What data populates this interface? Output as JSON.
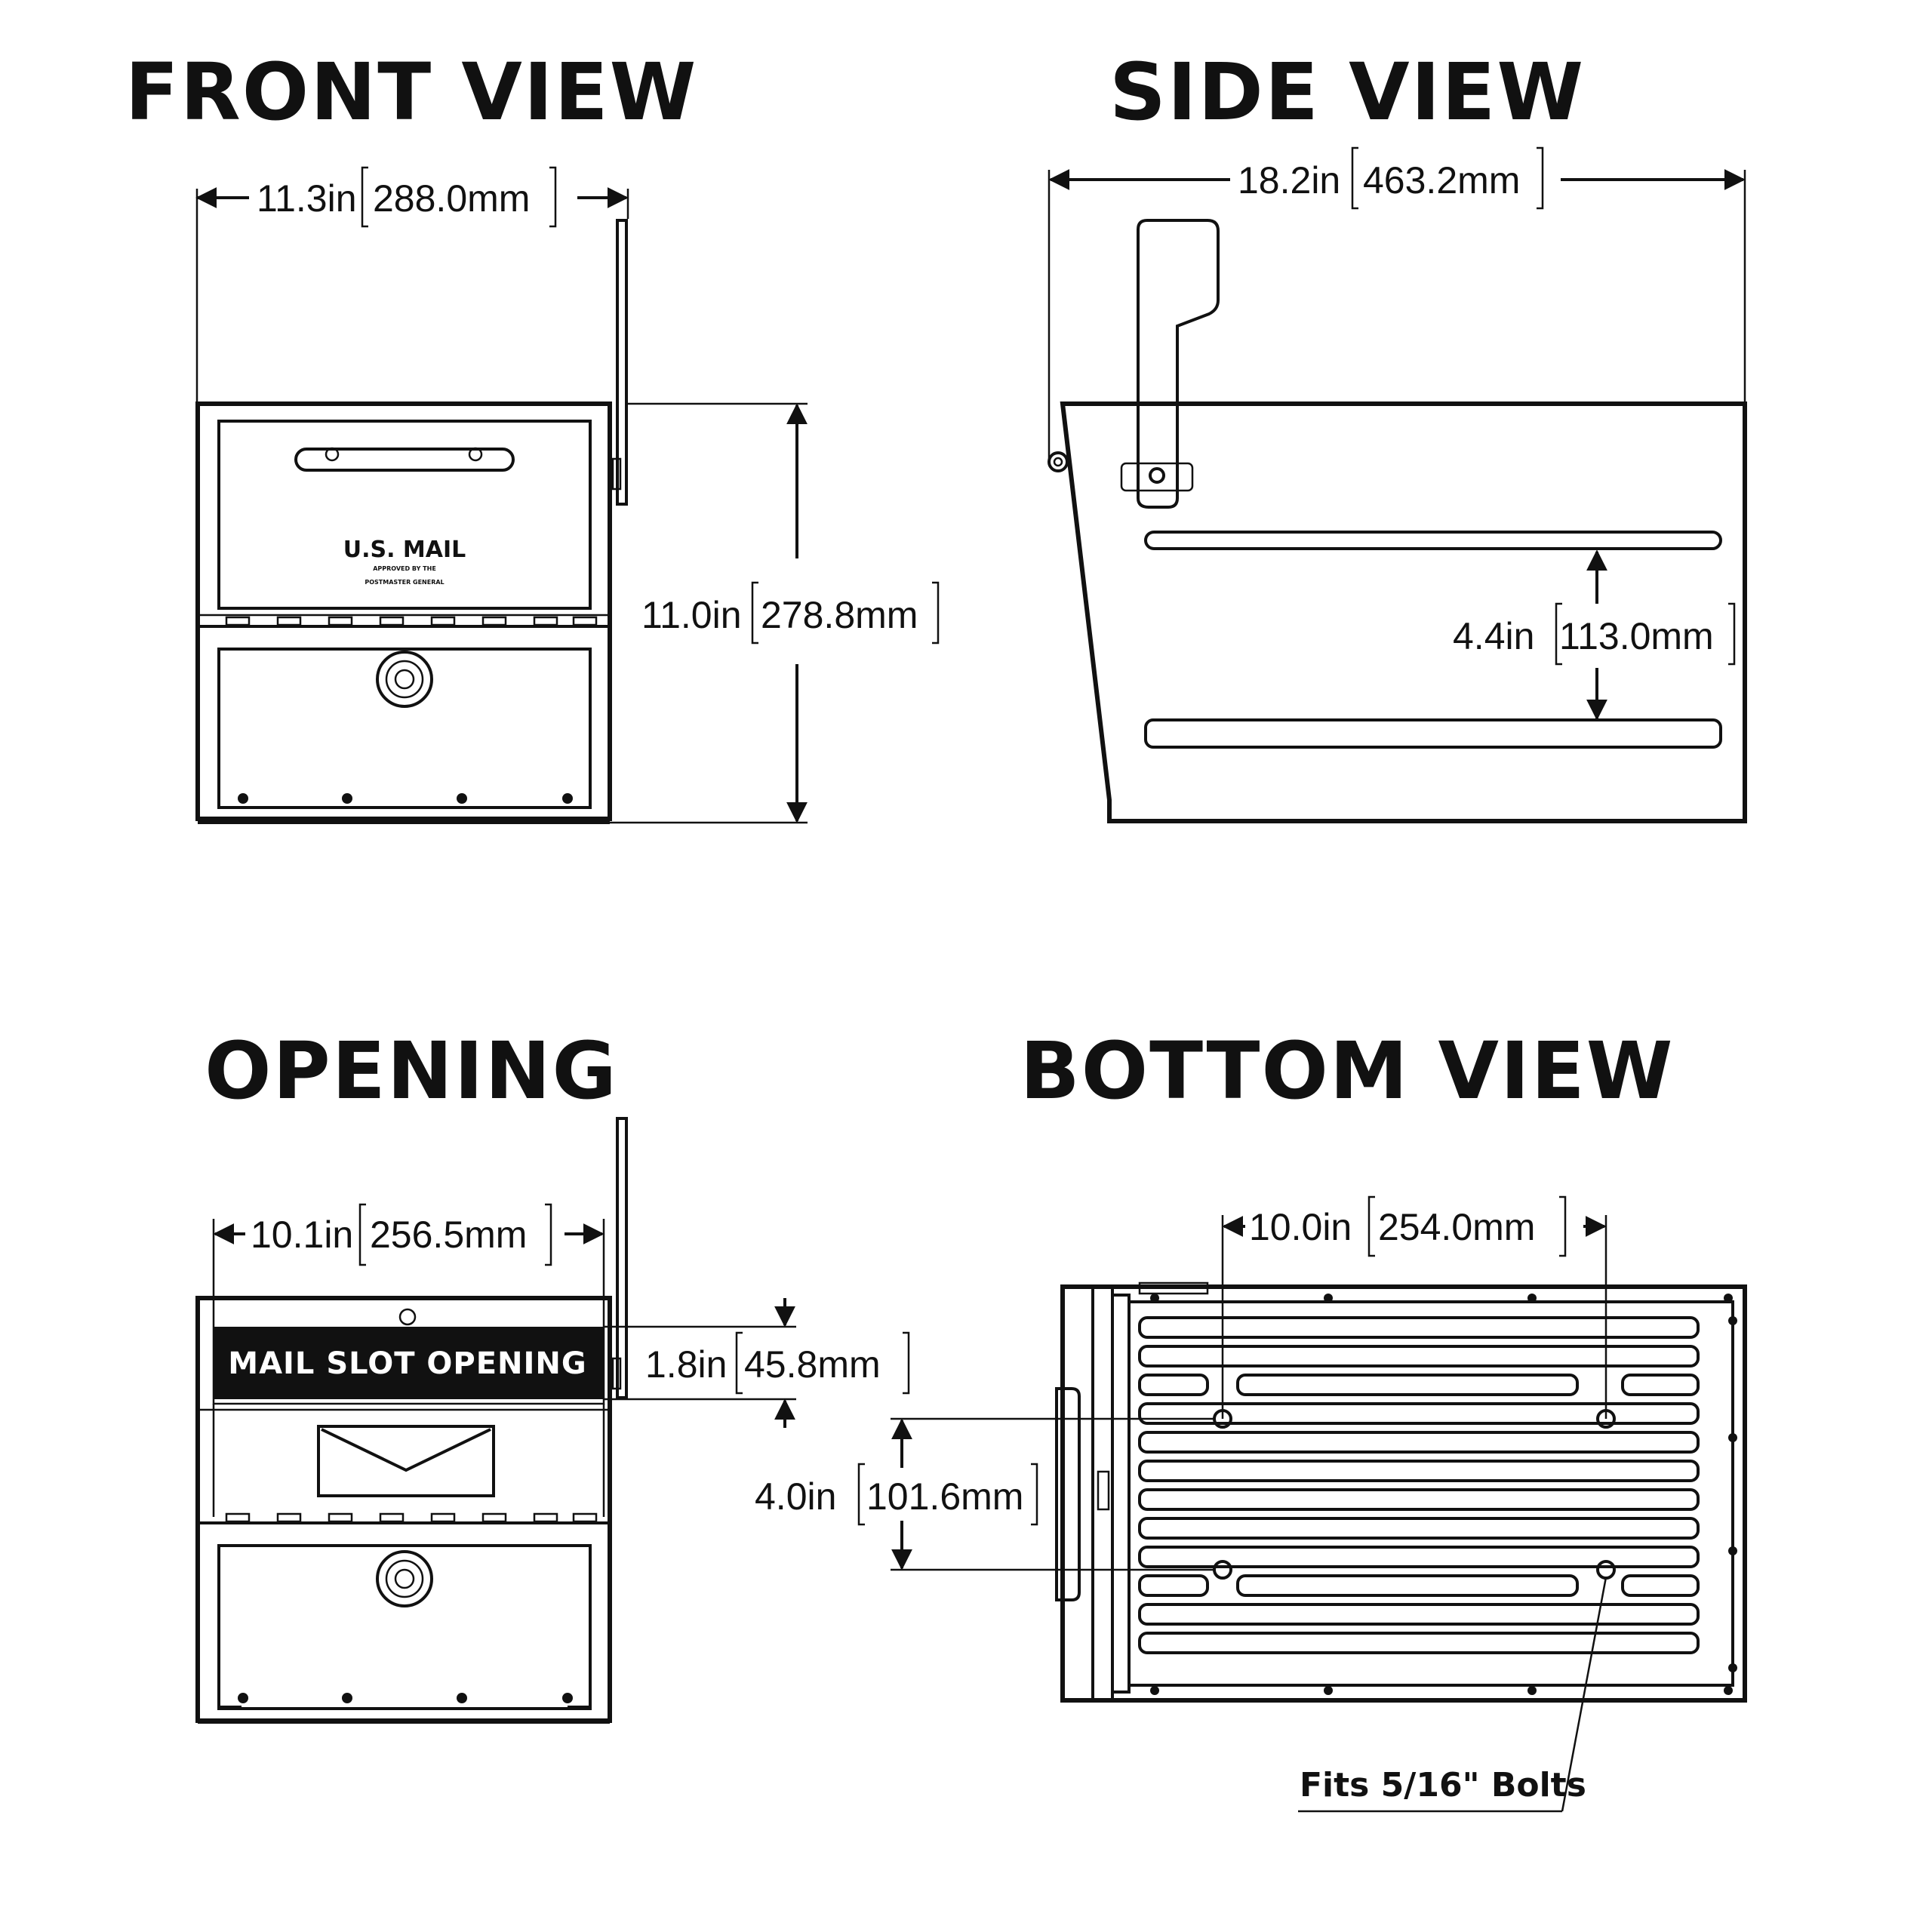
{
  "views": {
    "front": {
      "title": "FRONT VIEW",
      "width": {
        "in": "11.3in",
        "mm": "288.0mm"
      },
      "height": {
        "in": "11.0in",
        "mm": "278.8mm"
      },
      "door_text": {
        "main": "U.S. MAIL",
        "sub1": "APPROVED BY THE",
        "sub2": "POSTMASTER GENERAL"
      }
    },
    "side": {
      "title": "SIDE VIEW",
      "length": {
        "in": "18.2in",
        "mm": "463.2mm"
      },
      "rail_spacing": {
        "in": "4.4in",
        "mm": "113.0mm"
      }
    },
    "opening": {
      "title": "OPENING",
      "width": {
        "in": "10.1in",
        "mm": "256.5mm"
      },
      "height": {
        "in": "1.8in",
        "mm": "45.8mm"
      },
      "slot_label": "MAIL SLOT OPENING"
    },
    "bottom": {
      "title": "BOTTOM VIEW",
      "hole_width": {
        "in": "10.0in",
        "mm": "254.0mm"
      },
      "hole_depth": {
        "in": "4.0in",
        "mm": "101.6mm"
      },
      "bolt_note": "Fits 5/16\" Bolts"
    }
  }
}
